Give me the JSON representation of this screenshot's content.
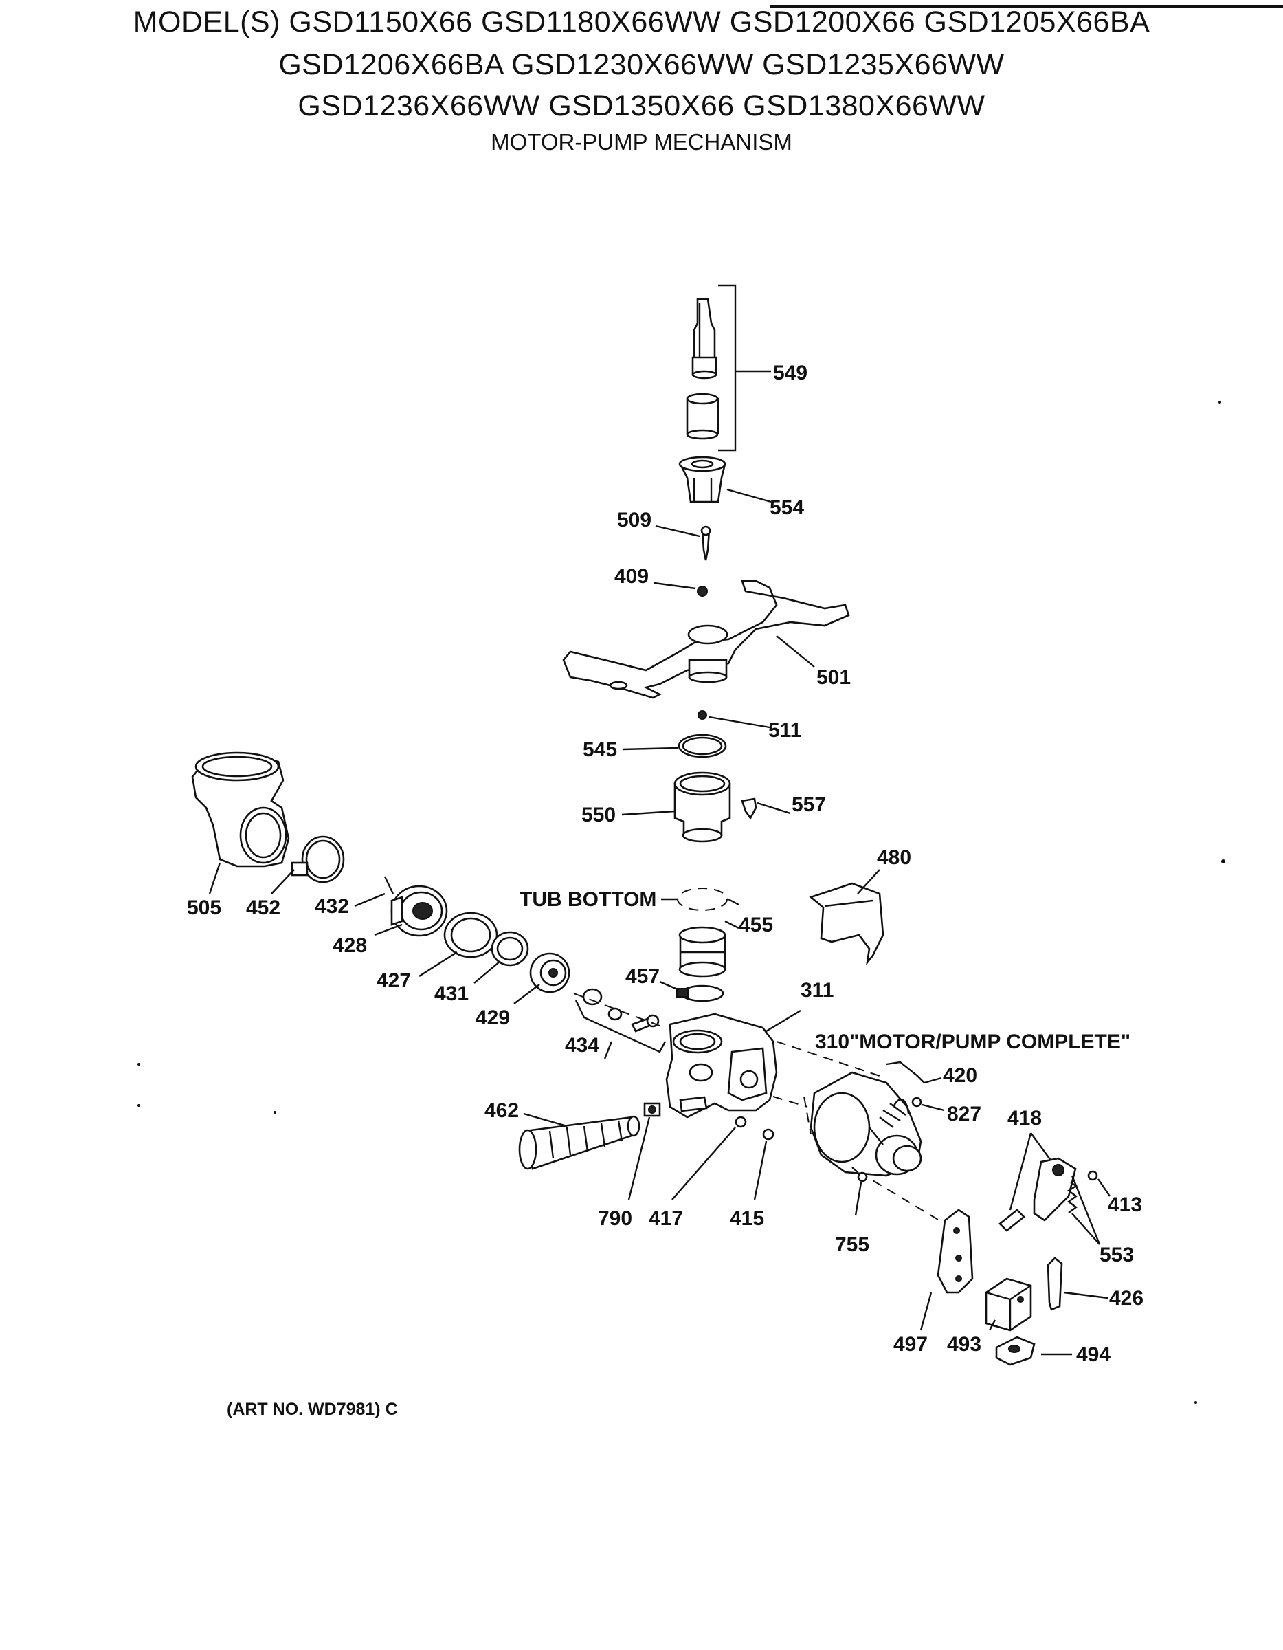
{
  "header": {
    "models_line1": "MODEL(S) GSD1150X66  GSD1180X66WW  GSD1200X66  GSD1205X66BA",
    "models_line2": "GSD1206X66BA  GSD1230X66WW  GSD1235X66WW",
    "models_line3": "GSD1236X66WW  GSD1350X66  GSD1380X66WW",
    "subtitle": "MOTOR-PUMP MECHANISM"
  },
  "labels": {
    "p549": "549",
    "p554": "554",
    "p509": "509",
    "p409": "409",
    "p501": "501",
    "p511": "511",
    "p545": "545",
    "p550": "550",
    "p557": "557",
    "p480": "480",
    "p505": "505",
    "p452": "452",
    "p432": "432",
    "p428": "428",
    "p427": "427",
    "p431": "431",
    "p429": "429",
    "tub_bottom": "TUB BOTTOM",
    "p455": "455",
    "p457": "457",
    "p311": "311",
    "p434": "434",
    "motor_pump": "310\"MOTOR/PUMP COMPLETE\"",
    "p420": "420",
    "p827": "827",
    "p418": "418",
    "p462": "462",
    "p413": "413",
    "p790": "790",
    "p417": "417",
    "p415": "415",
    "p755": "755",
    "p553": "553",
    "p426": "426",
    "p497": "497",
    "p493": "493",
    "p494": "494"
  },
  "footer": {
    "art_no": "(ART NO. WD7981) C"
  }
}
